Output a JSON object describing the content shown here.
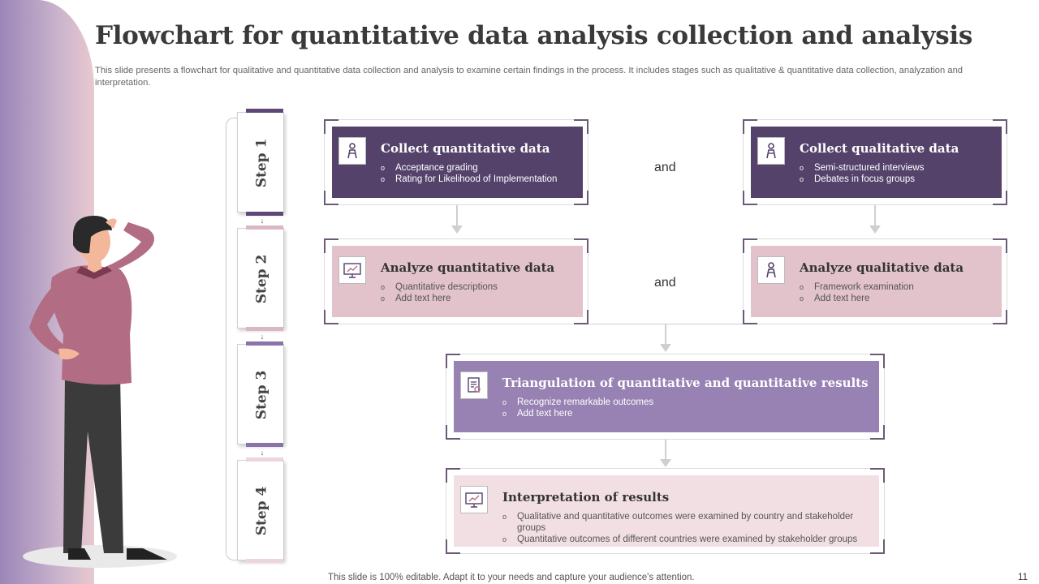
{
  "slide": {
    "title": "Flowchart for quantitative data analysis collection and analysis",
    "subtitle": "This slide presents a flowchart for qualitative and quantitative data collection and analysis to examine certain findings in the process. It includes stages such as qualitative & quantitative data collection, analyzation and interpretation.",
    "footer": "This slide is 100% editable. Adapt it to your needs and capture your audience's attention.",
    "page_number": "11"
  },
  "steps": [
    {
      "label": "Step 1"
    },
    {
      "label": "Step 2"
    },
    {
      "label": "Step 3"
    },
    {
      "label": "Step 4"
    }
  ],
  "connectors": {
    "and_1": "and",
    "and_2": "and"
  },
  "boxes": {
    "collect_quant": {
      "title": "Collect quantitative data",
      "items": [
        "Acceptance grading",
        "Rating for Likelihood of Implementation"
      ],
      "icon": "person-icon"
    },
    "collect_qual": {
      "title": "Collect qualitative data",
      "items": [
        "Semi-structured interviews",
        "Debates in focus groups"
      ],
      "icon": "person-icon"
    },
    "analyze_quant": {
      "title": "Analyze quantitative data",
      "items": [
        "Quantitative descriptions",
        "Add text here"
      ],
      "icon": "monitor-chart-icon"
    },
    "analyze_qual": {
      "title": "Analyze qualitative data",
      "items": [
        "Framework examination",
        "Add text here"
      ],
      "icon": "person-icon"
    },
    "triangulation": {
      "title": "Triangulation of quantitative and quantitative results",
      "items": [
        "Recognize remarkable outcomes",
        "Add text here"
      ],
      "icon": "report-icon"
    },
    "interpretation": {
      "title": "Interpretation of results",
      "items": [
        "Qualitative and quantitative outcomes were examined by country and stakeholder groups",
        "Quantitative outcomes of different countries were examined by stakeholder groups"
      ],
      "icon": "monitor-chart-icon"
    }
  },
  "colors": {
    "dark_purple": "#54426b",
    "pink": "#e2c2cb",
    "violet": "#9881b3",
    "light_pink": "#f2dfe3"
  }
}
